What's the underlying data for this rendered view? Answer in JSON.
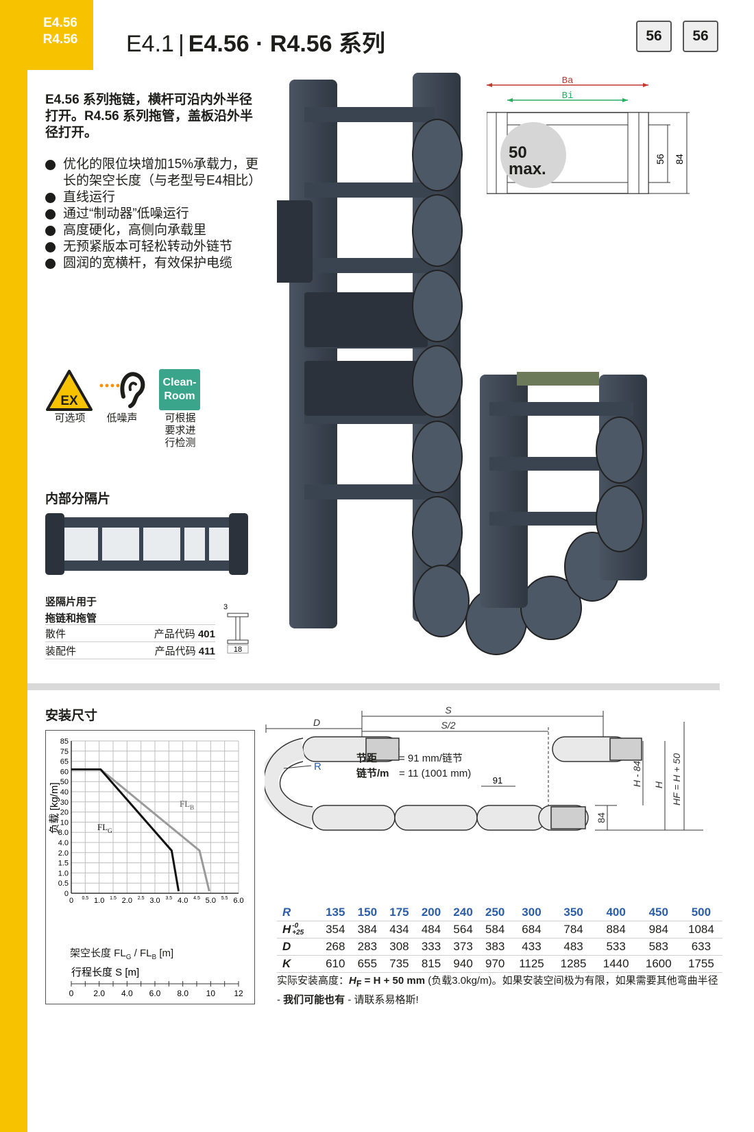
{
  "header": {
    "series_tag_line1": "E4.56",
    "series_tag_line2": "R4.56",
    "title_prefix": "E4.1",
    "title_main": "E4.56 · R4.56 系列",
    "height_icon_1": "56",
    "height_icon_2": "56"
  },
  "intro": {
    "text": "E4.56 系列拖链，横杆可沿内外半径打开。R4.56 系列拖管，盖板沿外半径打开。"
  },
  "features": [
    "优化的限位块增加15%承载力，更长的架空长度（与老型号E4相比）",
    "直线运行",
    "通过“制动器”低噪运行",
    "高度硬化，高侧向承载里",
    "无预紧版本可轻松转动外链节",
    "圆润的宽横杆，有效保护电缆"
  ],
  "badges": {
    "ex_text": "EX",
    "ex_label": "可选项",
    "noise_label": "低噪声",
    "clean_text_1": "Clean-",
    "clean_text_2": "Room",
    "clean_label_1": "可根据",
    "clean_label_2": "要求进",
    "clean_label_3": "行检测"
  },
  "separators": {
    "title": "内部分隔片",
    "desc_1": "竖隔片用于",
    "desc_2": "拖链和拖管",
    "rows": [
      {
        "label": "散件",
        "code_prefix": "产品代码",
        "code": "401"
      },
      {
        "label": "装配件",
        "code_prefix": "产品代码",
        "code": "411"
      }
    ],
    "dim_top": "3",
    "dim_bottom": "18"
  },
  "cross_section": {
    "ba": "Ba",
    "bi": "Bi",
    "max_1": "50",
    "max_2": "max.",
    "dim_inner": "56",
    "dim_outer": "84"
  },
  "install": {
    "title": "安装尺寸"
  },
  "load_chart": {
    "ylabel": "负载 [kg/m]",
    "xlabel_fl": "架空长度 FL",
    "xlabel_fl_g_sub": "G",
    "xlabel_fl_sep": " / FL",
    "xlabel_fl_b_sub": "B",
    "xlabel_fl_unit": " [m]",
    "xlabel_s": "行程长度 S [m]",
    "series_fl_g": "FL",
    "series_fl_g_sub": "G",
    "series_fl_b": "FL",
    "series_fl_b_sub": "B",
    "y_ticks": [
      "85",
      "75",
      "65",
      "60",
      "50",
      "40",
      "30",
      "20",
      "10",
      "8.0",
      "4.0",
      "2.0",
      "1.5",
      "1.0",
      "0.5",
      "0"
    ],
    "fl_major": [
      "0",
      "1.0",
      "2.0",
      "3.0",
      "4.0",
      "5.0",
      "6.0"
    ],
    "fl_minor": [
      "0.5",
      "1.5",
      "2.5",
      "3.5",
      "4.5",
      "5.5"
    ],
    "s_ticks": [
      "0",
      "2.0",
      "4.0",
      "6.0",
      "8.0",
      "10",
      "12"
    ]
  },
  "chain_diagram": {
    "d": "D",
    "s": "S",
    "s_half": "S/2",
    "r": "R",
    "pitch_label": "节距",
    "pitch_value": "= 91 mm/链节",
    "links_label": "链节/m",
    "links_value": "= 11 (1001 mm)",
    "dim_91": "91",
    "dim_84": "84",
    "dim_h84": "H - 84",
    "dim_h": "H",
    "dim_hf": "HF = H + 50"
  },
  "dimension_table": {
    "labels": {
      "r": "R",
      "h": "H",
      "h_tol_top": "-0",
      "h_tol_bottom": "+25",
      "d": "D",
      "k": "K"
    },
    "R": [
      "135",
      "150",
      "175",
      "200",
      "240",
      "250",
      "300",
      "350",
      "400",
      "450",
      "500"
    ],
    "H": [
      "354",
      "384",
      "434",
      "484",
      "564",
      "584",
      "684",
      "784",
      "884",
      "984",
      "1084"
    ],
    "D": [
      "268",
      "283",
      "308",
      "333",
      "373",
      "383",
      "433",
      "483",
      "533",
      "583",
      "633"
    ],
    "K": [
      "610",
      "655",
      "735",
      "815",
      "940",
      "970",
      "1125",
      "1285",
      "1440",
      "1600",
      "1755"
    ]
  },
  "footnote": {
    "part1": "实际安装高度：",
    "hf": "H",
    "hf_sub": "F",
    "formula": " = H + 50 mm",
    "part2": " (负载3.0kg/m)。如果安装空间极为有限，如果需要其他弯曲半径 - ",
    "bold": "我们可能也有",
    "part3": " - 请联系易格斯!"
  }
}
